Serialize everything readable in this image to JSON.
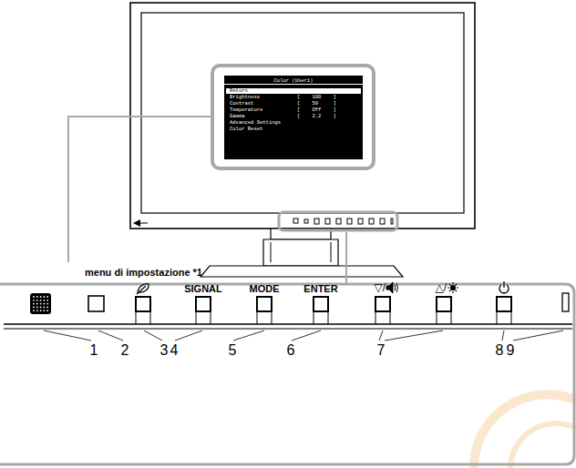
{
  "diagram": {
    "nodes": [
      {
        "text": [
          "Color (User1)",
          "Return",
          "Brightness",
          "[    100    ]",
          "Contrast",
          "[    50     ]",
          "Temperature",
          "[    Off    ]",
          "Gamma",
          "[    2.2    ]",
          "Advanced Settings",
          "Color Reset"
        ]
      }
    ],
    "labels": [
      "menu di impostazione *1",
      "SIGNAL",
      "MODE",
      "ENTER",
      "▽/",
      "△/",
      "1",
      "2",
      "3",
      "4",
      "5",
      "6",
      "7",
      "8",
      "9"
    ]
  }
}
